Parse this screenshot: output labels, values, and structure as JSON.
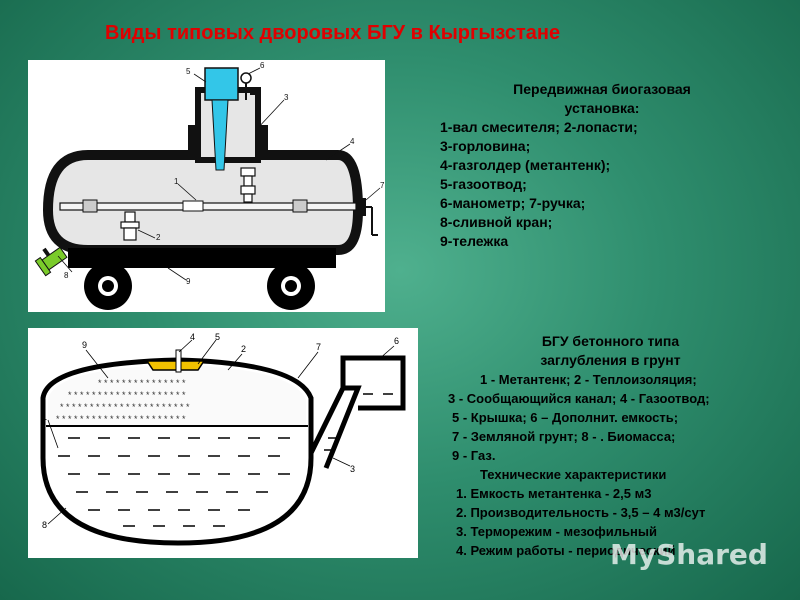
{
  "slide": {
    "title": "Виды типовых дворовых БГУ в Кыргызстане"
  },
  "figure1": {
    "labels": [
      "1",
      "2",
      "3",
      "4",
      "5",
      "6",
      "7",
      "8",
      "9"
    ],
    "caption_title": [
      "Передвижная биогазовая",
      "установка:"
    ],
    "caption_lines": [
      "1-вал смесителя; 2-лопасти;",
      "3-горловина;",
      "4-газголдер (метантенк);",
      "5-газоотвод;",
      "6-манометр; 7-ручка;",
      "8-сливной кран;",
      "9-тележка"
    ]
  },
  "figure2": {
    "labels": [
      "1",
      "2",
      "3",
      "4",
      "5",
      "6",
      "7",
      "8",
      "9"
    ],
    "caption_title": [
      "БГУ бетонного типа",
      "заглубления в грунт"
    ],
    "caption_lines": [
      "1 - Метантенк; 2 - Теплоизоляция;",
      "3 - Сообщающийся канал; 4 - Газоотвод;",
      "5 - Крышка; 6 – Дополнит. емкость;",
      "7 - Земляной грунт; 8 - . Биомасса;",
      "9 - Газ."
    ],
    "specs_title": "Технические характеристики",
    "specs": [
      "1. Емкость метантенка - 2,5 м3",
      "2. Производительность - 3,5 – 4 м3/сут",
      "3. Терморежим - мезофильный",
      "4. Режим работы - периодический"
    ]
  },
  "watermark": "MyShared",
  "colors": {
    "title": "#e00000",
    "background": "#2f8e6e",
    "tank_cyan": "#33c6e8",
    "lid_yellow": "#f2c200"
  }
}
